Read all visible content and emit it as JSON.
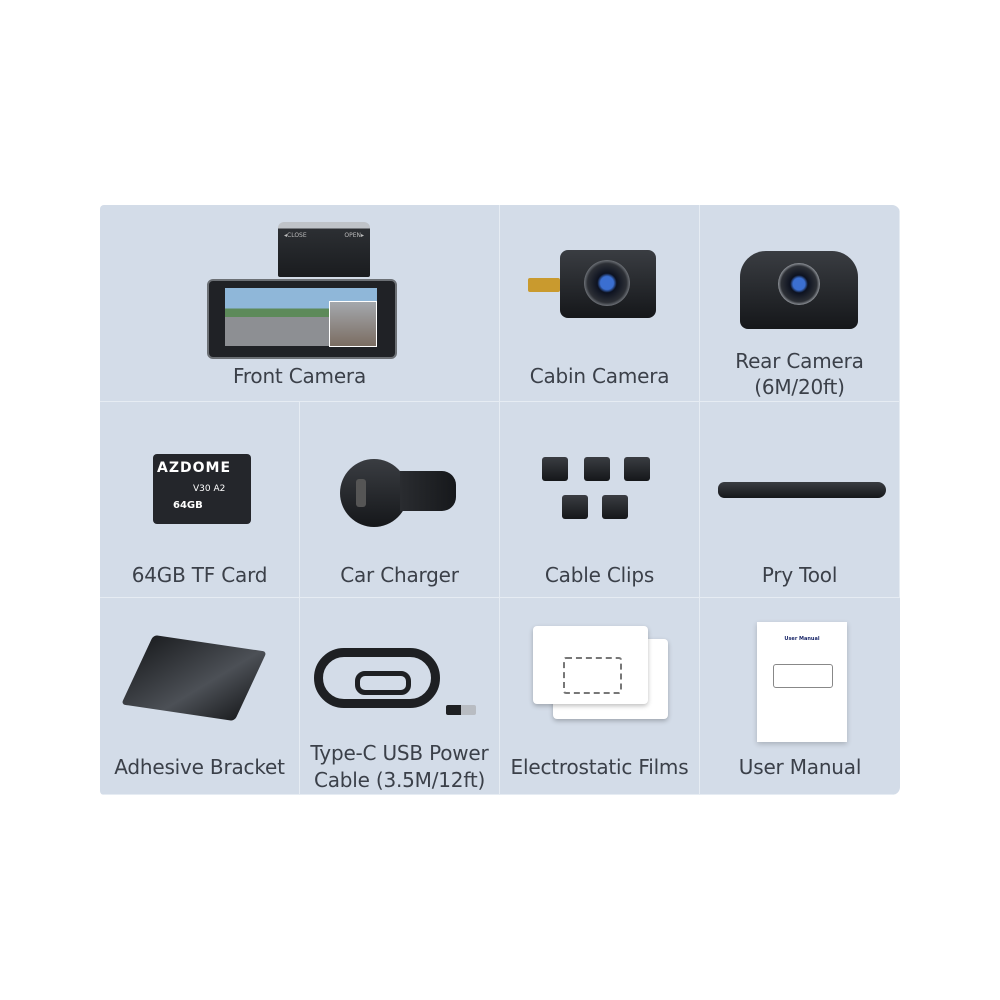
{
  "items": [
    {
      "label": "Front Camera",
      "icon": "front-camera-icon",
      "screen_text": {
        "close": "◂CLOSE",
        "open": "OPEN▸"
      }
    },
    {
      "label": "Cabin Camera",
      "icon": "cabin-camera-icon"
    },
    {
      "label_line1": "Rear Camera",
      "label_line2": "(6M/20ft)",
      "icon": "rear-camera-icon"
    },
    {
      "label": "64GB TF Card",
      "icon": "sd-card-icon",
      "brand": "AZDOME",
      "capacity": "64GB",
      "marks": "V30 A2"
    },
    {
      "label": "Car Charger",
      "icon": "car-charger-icon"
    },
    {
      "label": "Cable Clips",
      "icon": "cable-clips-icon"
    },
    {
      "label": "Pry Tool",
      "icon": "pry-tool-icon"
    },
    {
      "label": "Adhesive Bracket",
      "icon": "adhesive-bracket-icon"
    },
    {
      "label_line1": "Type-C USB Power",
      "label_line2": "Cable (3.5M/12ft)",
      "icon": "usb-cable-icon"
    },
    {
      "label": "Electrostatic Films",
      "icon": "electrostatic-films-icon"
    },
    {
      "label": "User Manual",
      "icon": "user-manual-icon",
      "cover_title": "User Manual"
    }
  ],
  "colors": {
    "panel": "#d3dce8",
    "text": "#3b4049"
  }
}
